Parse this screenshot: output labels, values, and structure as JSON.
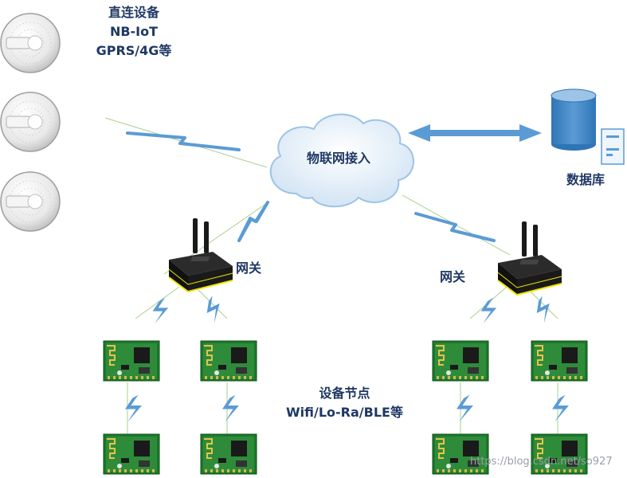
{
  "labels": {
    "direct_devices": [
      "直连设备",
      "NB-IoT",
      "GPRS/4G等"
    ],
    "cloud": "物联网接入",
    "database": "数据库",
    "gateway_left": "网关",
    "gateway_right": "网关",
    "device_nodes": [
      "设备节点",
      "Wifi/Lo-Ra/BLE等"
    ]
  },
  "watermark": "https://blog.csdn.net/so927",
  "colors": {
    "label_text": "#1f3864",
    "lightning": "#5b9bd5",
    "arrow": "#5b9bd5",
    "cloud_fill": "#dbeaf7",
    "cloud_stroke": "#9dc3e6",
    "line": "#a9d18e",
    "pcb": "#2e7d32",
    "gateway_body": "#1a1a1a",
    "gateway_accent": "#f2e600"
  },
  "icons": {
    "sensor": "smoke-detector-icon",
    "cloud": "cloud-icon",
    "database": "database-server-icon",
    "gateway": "gateway-router-icon",
    "node": "pcb-module-icon",
    "wireless": "lightning-icon"
  }
}
